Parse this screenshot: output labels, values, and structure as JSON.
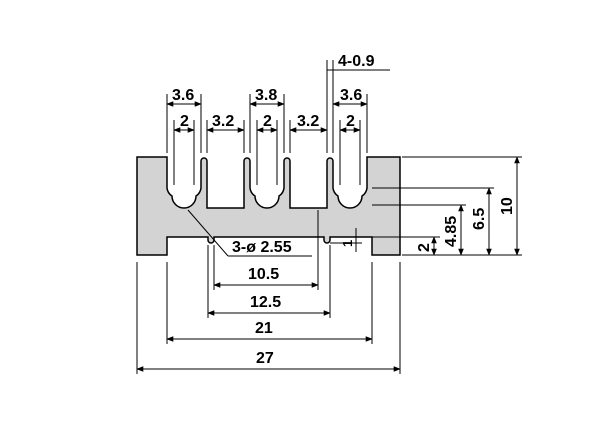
{
  "drawing": {
    "colors": {
      "part_fill": "#d3d3d3",
      "line": "#000000",
      "background": "#ffffff"
    },
    "labels": {
      "top_left_slot_width": "3.6",
      "top_mid_slot_width": "3.8",
      "top_right_slot_width": "3.6",
      "slot_inner_left": "2",
      "slot_inner_mid": "2",
      "slot_inner_right": "2",
      "gap_left": "3.2",
      "gap_right": "3.2",
      "notch_count": "4-0.9",
      "hole_callout": "3-ø 2.55",
      "dim_10_5": "10.5",
      "dim_12_5": "12.5",
      "dim_21": "21",
      "dim_27": "27",
      "dim_1": "1",
      "dim_2": "2",
      "dim_4_85": "4.85",
      "dim_6_5": "6.5",
      "dim_10": "10"
    }
  }
}
